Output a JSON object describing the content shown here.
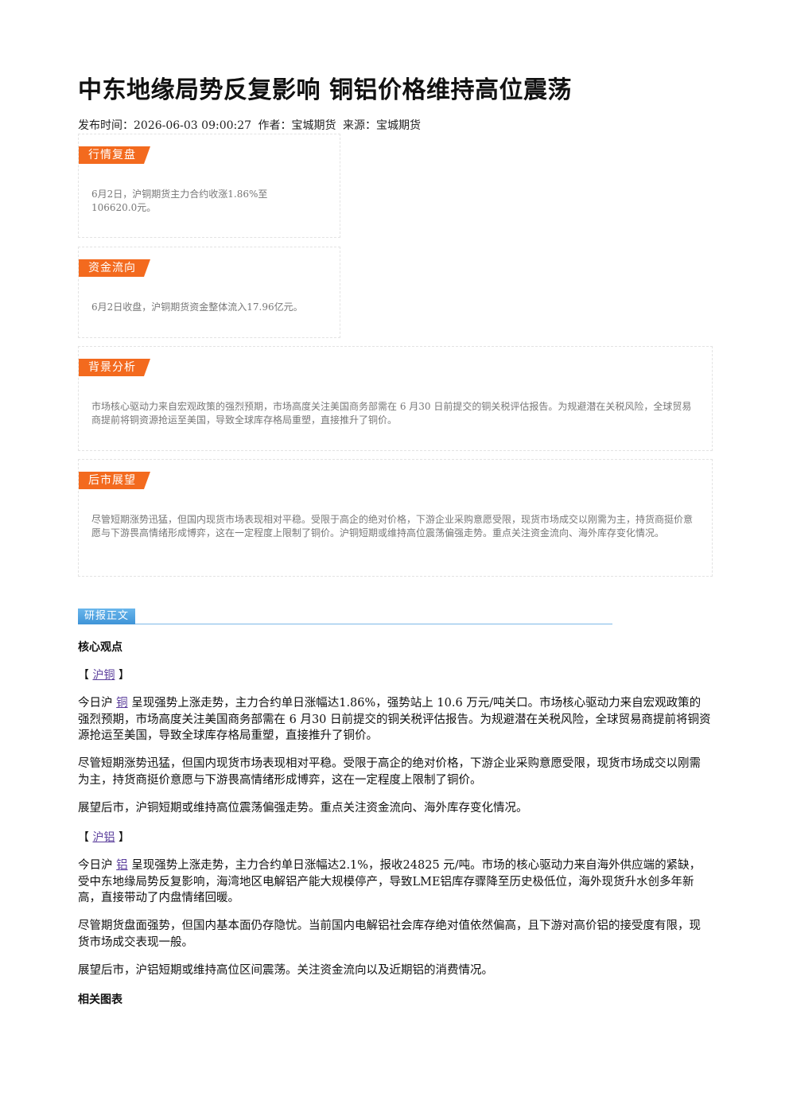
{
  "article": {
    "title": "中东地缘局势反复影响 铜铝价格维持高位震荡",
    "publish_label": "发布时间：",
    "publish_time": "2026-06-03 09:00:27",
    "author_label": "作者：",
    "author": "宝城期货",
    "source_label": "来源：",
    "source": "宝城期货"
  },
  "cards": [
    {
      "tag": "行情复盘",
      "text": "6月2日，沪铜期货主力合约收涨1.86%至106620.0元。"
    },
    {
      "tag": "资金流向",
      "text": "6月2日收盘，沪铜期货资金整体流入17.96亿元。"
    },
    {
      "tag": "背景分析",
      "text": "市场核心驱动力来自宏观政策的强烈预期，市场高度关注美国商务部需在 6 月30 日前提交的铜关税评估报告。为规避潜在关税风险，全球贸易商提前将铜资源抢运至美国，导致全球库存格局重塑，直接推升了铜价。"
    },
    {
      "tag": "后市展望",
      "text": "尽管短期涨势迅猛，但国内现货市场表现相对平稳。受限于高企的绝对价格，下游企业采购意愿受限，现货市场成交以刚需为主，持货商挺价意愿与下游畏高情绪形成博弈，这在一定程度上限制了铜价。沪铜短期或维持高位震荡偏强走势。重点关注资金流向、海外库存变化情况。"
    }
  ],
  "report": {
    "tag": "研报正文",
    "core_heading": "核心观点",
    "copper": {
      "bracket_open": "【",
      "link": "沪铜",
      "bracket_close": "】",
      "p1_prefix": "今日沪",
      "p1_link": "铜",
      "p1_rest": "呈现强势上涨走势，主力合约单日涨幅达1.86%，强势站上 10.6 万元/吨关口。市场核心驱动力来自宏观政策的强烈预期，市场高度关注美国商务部需在 6 月30 日前提交的铜关税评估报告。为规避潜在关税风险，全球贸易商提前将铜资源抢运至美国，导致全球库存格局重塑，直接推升了铜价。",
      "p2": "尽管短期涨势迅猛，但国内现货市场表现相对平稳。受限于高企的绝对价格，下游企业采购意愿受限，现货市场成交以刚需为主，持货商挺价意愿与下游畏高情绪形成博弈，这在一定程度上限制了铜价。",
      "p3": "展望后市，沪铜短期或维持高位震荡偏强走势。重点关注资金流向、海外库存变化情况。"
    },
    "aluminum": {
      "bracket_open": "【",
      "link": "沪铝",
      "bracket_close": "】",
      "p1_prefix": "今日沪",
      "p1_link": "铝",
      "p1_rest": "呈现强势上涨走势，主力合约单日涨幅达2.1%，报收24825 元/吨。市场的核心驱动力来自海外供应端的紧缺，受中东地缘局势反复影响，海湾地区电解铝产能大规模停产，导致LME铝库存骤降至历史极低位，海外现货升水创多年新高，直接带动了内盘情绪回暖。",
      "p2": "尽管期货盘面强势，但国内基本面仍存隐忧。当前国内电解铝社会库存绝对值依然偏高，且下游对高价铝的接受度有限，现货市场成交表现一般。",
      "p3": "展望后市，沪铝短期或维持高位区间震荡。关注资金流向以及近期铝的消费情况。"
    },
    "charts_heading": "相关图表"
  }
}
